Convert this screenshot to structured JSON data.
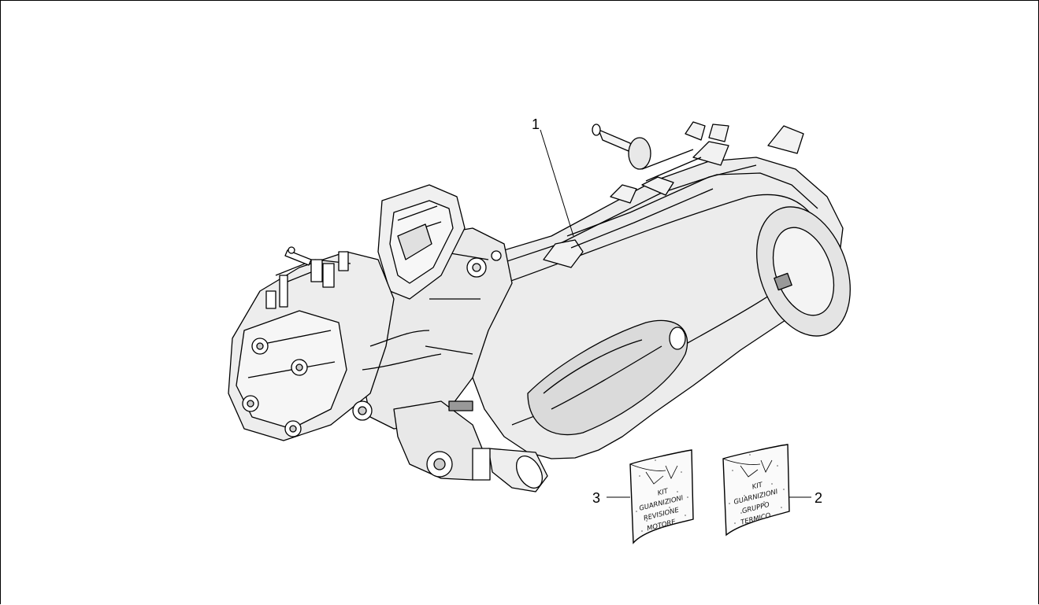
{
  "diagram": {
    "callouts": [
      {
        "id": "1",
        "label": "1",
        "part": "engine-assembly"
      },
      {
        "id": "2",
        "label": "2",
        "part": "gasket-kit-cylinder"
      },
      {
        "id": "3",
        "label": "3",
        "part": "gasket-kit-engine-overhaul"
      }
    ],
    "kit_bag_3": {
      "lines": [
        "KIT",
        "GUARNIZIONI",
        "REVISIONE",
        "MOTORE"
      ]
    },
    "kit_bag_2": {
      "lines": [
        "KIT",
        "GUARNIZIONI",
        "GRUPPO",
        "TERMICO"
      ]
    }
  },
  "colors": {
    "line": "#000000",
    "background": "#ffffff",
    "shade": "#e6e6e6"
  },
  "icons": [
    "engine-drawing",
    "gasket-bag-icon"
  ]
}
